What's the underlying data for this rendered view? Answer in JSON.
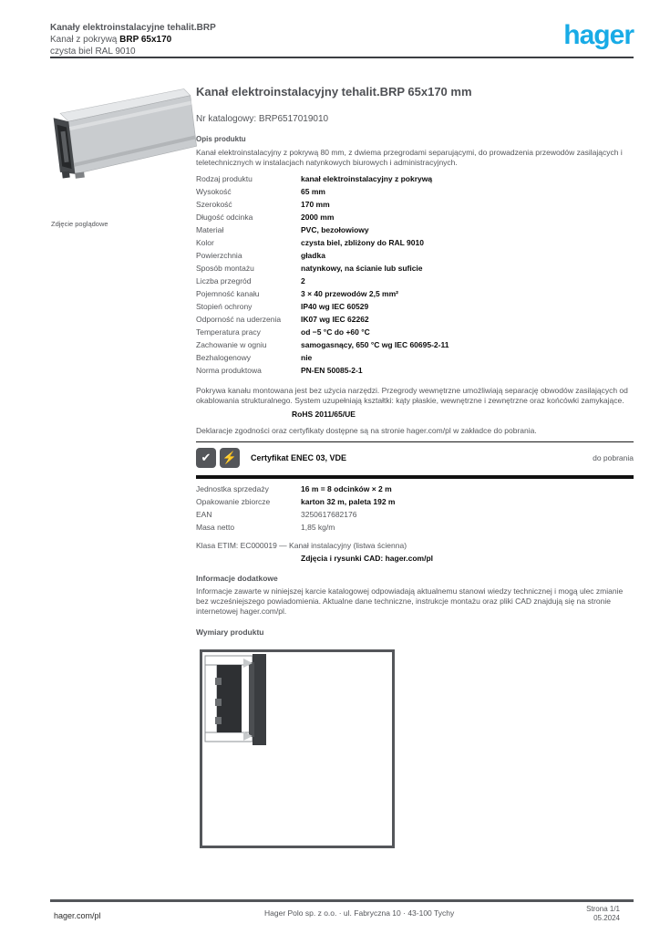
{
  "colors": {
    "accent": "#18abe6",
    "text_gray": "#54565a",
    "text_dark": "#0c0c0c",
    "page_bg": "#ffffff"
  },
  "header": {
    "line1": "Kanały elektroinstalacyjne tehalit.BRP",
    "line2_prefix": "Kanał z pokrywą ",
    "line2_bold": "BRP 65x170",
    "line3": "czysta biel RAL 9010",
    "logo": "hager"
  },
  "photo": {
    "caption": "Zdjęcie poglądowe"
  },
  "product": {
    "title": "Kanał elektroinstalacyjny tehalit.BRP 65x170 mm",
    "ref": "Nr katalogowy: BRP6517019010",
    "section_label": "Opis produktu",
    "intro": "Kanał elektroinstalacyjny z pokrywą 80 mm, z dwiema przegrodami separującymi, do prowadzenia przewodów zasilających i teletechnicznych w instalacjach natynkowych biurowych i administracyjnych."
  },
  "specs": {
    "rows": [
      {
        "label": "Rodzaj produktu",
        "value": "kanał elektroinstalacyjny z pokrywą",
        "tone": "dark"
      },
      {
        "label": "Wysokość",
        "value": "65 mm",
        "tone": "dark"
      },
      {
        "label": "Szerokość",
        "value": "170 mm",
        "tone": "dark"
      },
      {
        "label": "Długość odcinka",
        "value": "2000 mm",
        "tone": "dark"
      },
      {
        "label": "Materiał",
        "value": "PVC, bezołowiowy",
        "tone": "dark"
      },
      {
        "label": "Kolor",
        "value": "czysta biel, zbliżony do RAL 9010",
        "tone": "dark"
      },
      {
        "label": "Powierzchnia",
        "value": "gładka",
        "tone": "dark"
      },
      {
        "label": "Sposób montażu",
        "value": "natynkowy, na ścianie lub suficie",
        "tone": "dark"
      },
      {
        "label": "Liczba przegród",
        "value": "2",
        "tone": "dark"
      },
      {
        "label": "Pojemność kanału",
        "value": "3 × 40 przewodów 2,5 mm²",
        "tone": "dark"
      },
      {
        "label": "Stopień ochrony",
        "value": "IP40 wg IEC 60529",
        "tone": "dark"
      },
      {
        "label": "Odporność na uderzenia",
        "value": "IK07 wg IEC 62262",
        "tone": "dark"
      },
      {
        "label": "Temperatura pracy",
        "value": "od −5 °C do +60 °C",
        "tone": "dark"
      },
      {
        "label": "Zachowanie w ogniu",
        "value": "samogasnący, 650 °C wg IEC 60695-2-11",
        "tone": "dark"
      },
      {
        "label": "Bezhalogenowy",
        "value": "nie",
        "tone": "dark"
      },
      {
        "label": "Norma produktowa",
        "value": "PN-EN 50085-2-1",
        "tone": "dark"
      }
    ]
  },
  "description": "Pokrywa kanału montowana jest bez użycia narzędzi. Przegrody wewnętrzne umożliwiają separację obwodów zasilających od okablowania strukturalnego. System uzupełniają kształtki: kąty płaskie, wewnętrzne i zewnętrzne oraz końcówki zamykające.",
  "rohs": "RoHS 2011/65/UE",
  "declarations": "Deklaracje zgodności oraz certyfikaty dostępne są na stronie hager.com/pl w zakładce do pobrania.",
  "certification": {
    "icon1": "✔",
    "icon2": "⚡",
    "text": "Certyfikat ENEC 03, VDE",
    "note": "do pobrania"
  },
  "logistics": {
    "rows": [
      {
        "label": "Jednostka sprzedaży",
        "value": "16 m = 8 odcinków × 2 m",
        "tone": "dark"
      },
      {
        "label": "Opakowanie zbiorcze",
        "value": "karton 32 m, paleta 192 m",
        "tone": "dark"
      },
      {
        "label": "EAN",
        "value": "3250617682176",
        "tone": "gray"
      },
      {
        "label": "Masa netto",
        "value": "1,85 kg/m",
        "tone": "gray"
      }
    ]
  },
  "etim": "Klasa ETIM: EC000019 — Kanał instalacyjny (listwa ścienna)",
  "cad": "Zdjęcia i rysunki CAD: hager.com/pl",
  "additional": {
    "heading": "Informacje dodatkowe",
    "body": "Informacje zawarte w niniejszej karcie katalogowej odpowiadają aktualnemu stanowi wiedzy technicznej i mogą ulec zmianie bez wcześniejszego powiadomienia. Aktualne dane techniczne, instrukcje montażu oraz pliki CAD znajdują się na stronie internetowej hager.com/pl."
  },
  "dimensions": {
    "heading": "Wymiary produktu"
  },
  "footer": {
    "site": "hager.com/pl",
    "company": "Hager Polo sp. z o.o. · ul. Fabryczna 10 · 43-100 Tychy",
    "page": "Strona 1/1",
    "date": "05.2024"
  }
}
